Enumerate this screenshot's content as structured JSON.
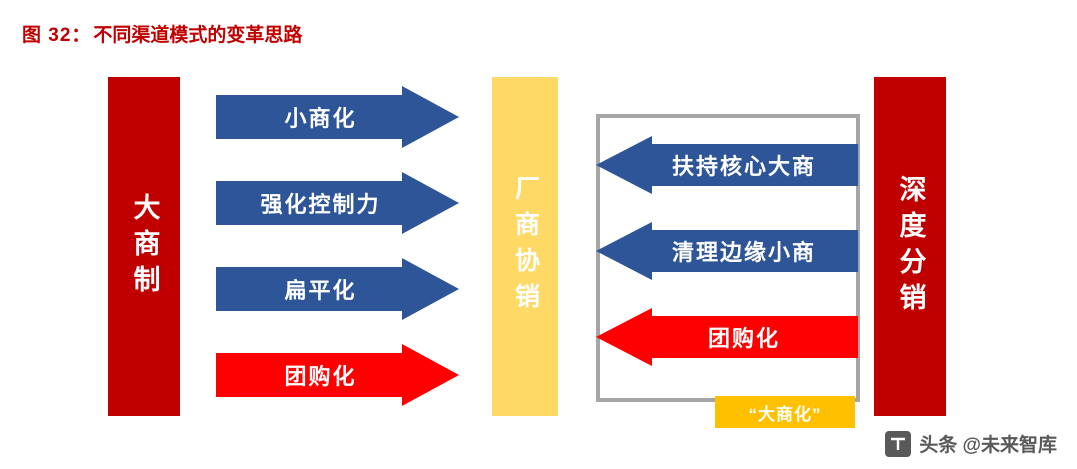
{
  "figure": {
    "label": "图 32：",
    "title": "不同渠道模式的变革思路"
  },
  "colors": {
    "red": "#c00000",
    "blue": "#2e5597",
    "bright_red": "#ff0000",
    "yellow": "#ffd966",
    "tag_yellow": "#ffc000",
    "gray": "#a6a6a6"
  },
  "pillars": {
    "left": "大商制",
    "middle": "厂商协销",
    "right": "深度分销"
  },
  "left_arrows": [
    {
      "label": "小商化",
      "color": "#2e5597"
    },
    {
      "label": "强化控制力",
      "color": "#2e5597"
    },
    {
      "label": "扁平化",
      "color": "#2e5597"
    },
    {
      "label": "团购化",
      "color": "#ff0000"
    }
  ],
  "right_arrows": [
    {
      "label": "扶持核心大商",
      "color": "#2e5597"
    },
    {
      "label": "清理边缘小商",
      "color": "#2e5597"
    },
    {
      "label": "团购化",
      "color": "#ff0000"
    }
  ],
  "tag": {
    "label": "“大商化”"
  },
  "watermark": {
    "text": "头条 @未来智库"
  }
}
